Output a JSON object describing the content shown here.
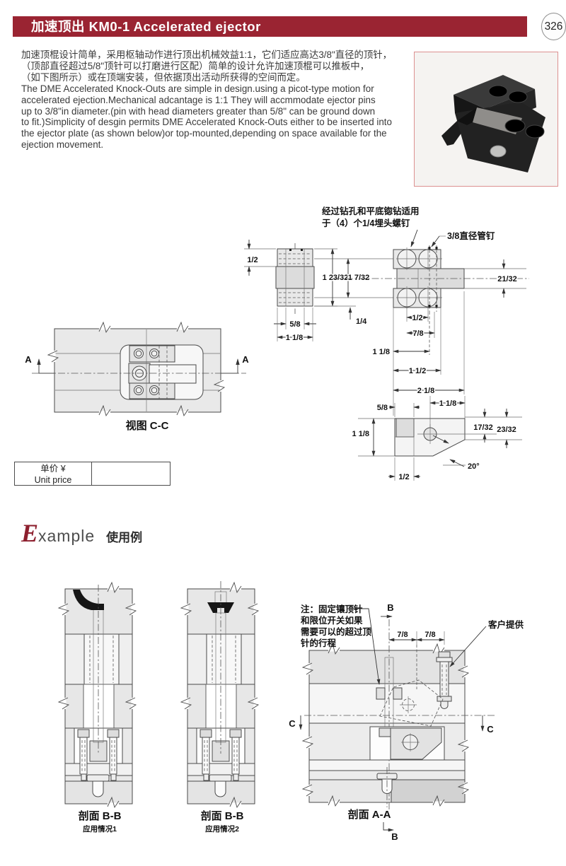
{
  "header": {
    "title": "加速顶出 KM0-1  Accelerated ejector",
    "page_number": "326"
  },
  "intro": {
    "lines": [
      "加速顶棍设计简单，采用枢轴动作进行顶出机械效益1:1，它们适应高达3/8\"直径的顶针，",
      "（顶部直径超过5/8\"顶针可以打磨进行区配）简单的设计允许加速顶棍可以推板中，",
      "（如下图所示）或在顶端安装，但依据顶出活动所获得的空间而定。",
      "The DME Accelerated Knock-Outs are simple in design.using a picot-type motion for",
      "accelerated ejection.Mechanical adcantage is 1:1 They will accmmodate ejector pins",
      "up to 3/8\"in diameter.(pin with head diameters greater than 5/8\" can be ground down",
      "to fit.)Simplicity of desgin permits DME Accelerated Knock-Outs either to be inserted into",
      "the ejector plate (as shown below)or top-mounted,depending on space available for the",
      "ejection movement."
    ]
  },
  "top_drawing": {
    "notes": {
      "drill_line1": "经过钻孔和平底锪钻适用",
      "drill_line2": "于（4）个1/4埋头螺钉",
      "pin": "3/8直径管钉"
    },
    "view_label": "视图 C-C",
    "markers": {
      "a_left": "A",
      "a_right": "A"
    },
    "dims": {
      "side_height_half": "1/2",
      "overall_1_23_32": "1 23/32",
      "pitch_1_7_32": "1 7/32",
      "arm_21_32": "21/32",
      "side_5_8": "5/8",
      "side_1_1_8": "1 1/8",
      "offset_1_4": "1/4",
      "hole_half": "1/2",
      "hole_7_8": "7/8",
      "front_1_1_8": "1 1/8",
      "front_1_1_2": "1 1/2",
      "front_2_1_8": "2 1/8",
      "detail_5_8": "5/8",
      "detail_1_1_8_top": "1 1/8",
      "detail_17_32": "17/32",
      "detail_23_32": "23/32",
      "detail_1_1_8_left": "1 1/8",
      "detail_half": "1/2",
      "detail_angle": "20°"
    }
  },
  "unit_price": {
    "label_line1": "单价 ¥",
    "label_line2": "Unit price",
    "value": ""
  },
  "example": {
    "initial": "E",
    "word_rest": "xample",
    "label_zh": "使用例"
  },
  "bottom_drawing": {
    "section_b1": {
      "title": "剖面 B-B",
      "subtitle": "应用情况1"
    },
    "section_b2": {
      "title": "剖面 B-B",
      "subtitle": "应用情况2"
    },
    "section_a": {
      "title": "剖面 A-A"
    },
    "note_lines": [
      "注：固定镶顶针",
      "和限位开关如果",
      "需要可以的超过顶",
      "针的行程"
    ],
    "customer_note": "客户提供",
    "dims": {
      "left_7_8": "7/8",
      "right_7_8": "7/8"
    },
    "markers": {
      "b_top": "B",
      "b_bottom": "B",
      "c_left": "C",
      "c_right": "C"
    }
  }
}
